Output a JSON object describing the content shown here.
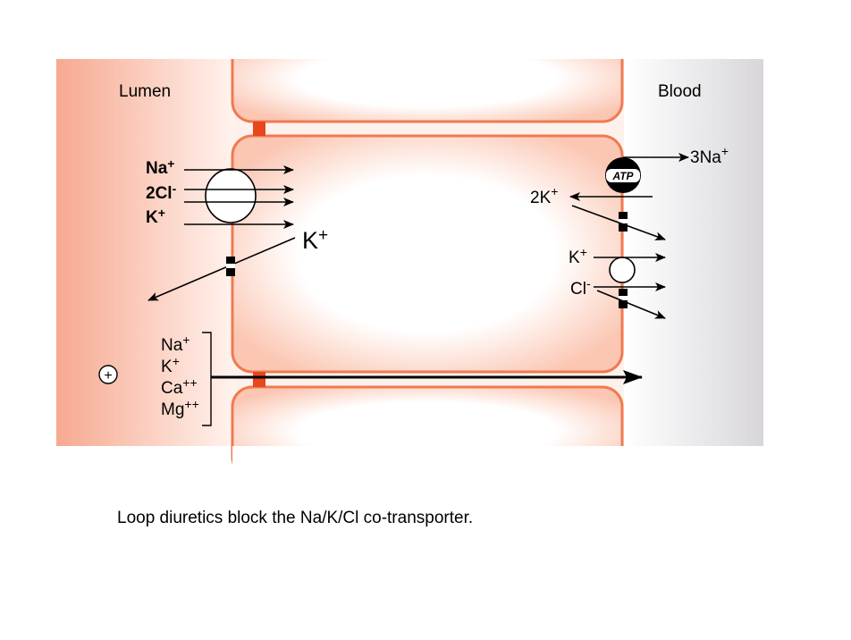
{
  "title": "Ascending Loop of Henle",
  "caption": "Loop diuretics block the Na/K/Cl co-transporter.",
  "labels": {
    "lumen": "Lumen",
    "blood": "Blood",
    "na": "Na",
    "cl2": "2Cl",
    "k": "K",
    "k_big": "K",
    "plus": "+",
    "minus": "-",
    "k2": "2K",
    "na3": "3Na",
    "atp": "ATP",
    "cl": "Cl",
    "para_na": "Na",
    "para_k": "K",
    "para_ca": "Ca",
    "para_mg": "Mg",
    "plusplus": "++",
    "lumen_charge": "+"
  },
  "colors": {
    "cell_fill": "#fde3d8",
    "cell_border": "#f07a52",
    "junction": "#e8461c",
    "lumen_bg": "#f7b9a4",
    "blood_bg": "#e8e6ea"
  }
}
